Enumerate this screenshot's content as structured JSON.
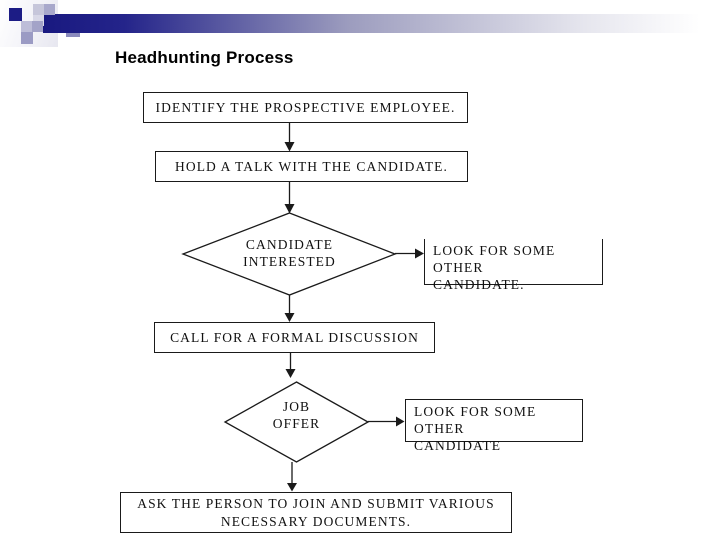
{
  "slide": {
    "title": "Headhunting Process"
  },
  "flowchart": {
    "identify": {
      "label": "IDENTIFY THE PROSPECTIVE EMPLOYEE."
    },
    "hold_talk": {
      "label": "HOLD A TALK WITH THE CANDIDATE."
    },
    "candidate_interested": {
      "line1": "CANDIDATE",
      "line2": "INTERESTED"
    },
    "look_other_1": {
      "line1": "LOOK FOR SOME OTHER",
      "line2": "CANDIDATE."
    },
    "call_formal": {
      "label": "CALL FOR A FORMAL DISCUSSION"
    },
    "job_offer": {
      "line1": "JOB",
      "line2": "OFFER"
    },
    "look_other_2": {
      "line1": "LOOK FOR SOME OTHER",
      "line2": "CANDIDATE"
    },
    "ask_join": {
      "line1": "ASK THE PERSON TO JOIN AND SUBMIT VARIOUS",
      "line2": "NECESSARY DOCUMENTS."
    }
  },
  "theme": {
    "accent_square": "#1c1c85",
    "bar_gradient_start": "#191980",
    "bar_gradient_mid": "#9c9cbe",
    "bar_gradient_end": "#ffffff",
    "line_color": "#1a1a1a",
    "background": "#ffffff",
    "text_color": "#111111"
  }
}
